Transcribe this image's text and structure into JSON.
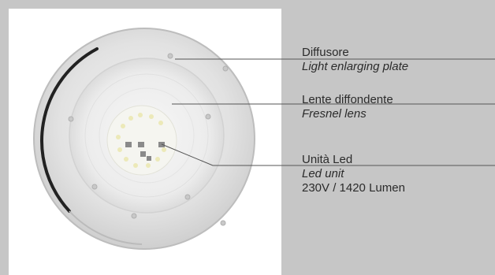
{
  "callouts": {
    "diffuser": {
      "it_name": "Diffusore",
      "en_name": "Light enlarging plate"
    },
    "lens": {
      "it_name": "Lente diffondente",
      "en_name": "Fresnel lens"
    },
    "led_unit": {
      "it_name": "Unità Led",
      "en_name": "Led unit",
      "spec": "230V / 1420 Lumen"
    }
  },
  "colors": {
    "background": "#c6c6c6",
    "panel": "#ffffff",
    "text": "#2b2b2b",
    "leader_line": "#555555"
  }
}
